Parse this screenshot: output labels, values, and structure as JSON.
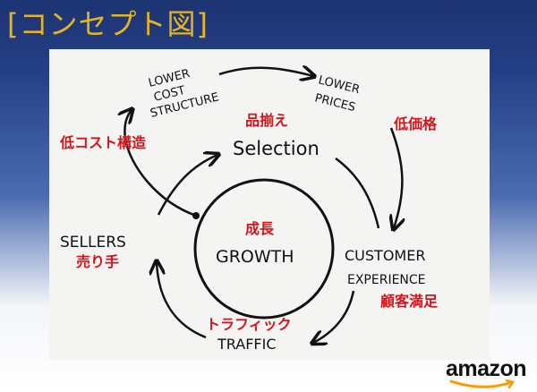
{
  "slide": {
    "title": "[コンセプト図]"
  },
  "diagram": {
    "labels_en": {
      "lower_cost_structure": [
        "LOWER",
        "COST",
        "STRUCTURE"
      ],
      "lower_prices": [
        "LOWER",
        "PRICES"
      ],
      "selection": "Selection",
      "growth": "GROWTH",
      "sellers": "SELLERS",
      "customer_experience": [
        "CUSTOMER",
        "EXPERIENCE"
      ],
      "traffic": "TRAFFIC"
    },
    "labels_jp": {
      "lower_cost_structure": "低コスト構造",
      "selection": "品揃え",
      "lower_prices": "低価格",
      "growth": "成長",
      "sellers": "売り手",
      "customer_experience": "顧客満足",
      "traffic": "トラフィック"
    }
  },
  "brand": {
    "logo_text": "amazon",
    "accent_color": "#ff9900",
    "annotation_color": "#d4151b",
    "title_color": "#e6b422"
  }
}
